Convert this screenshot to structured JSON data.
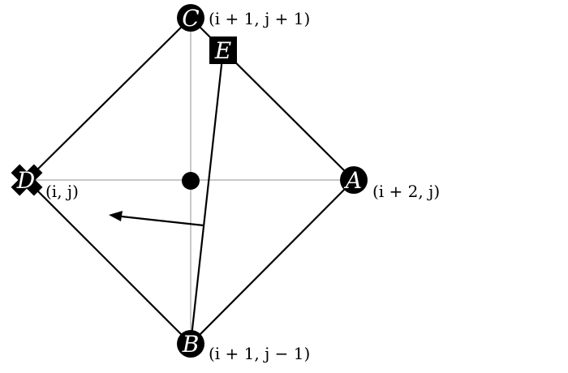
{
  "nodes": {
    "A": {
      "letter": "A",
      "shape": "circle",
      "coord": "(i + 2, j)"
    },
    "B": {
      "letter": "B",
      "shape": "circle",
      "coord": "(i + 1, j − 1)"
    },
    "C": {
      "letter": "C",
      "shape": "circle",
      "coord": "(i + 1, j + 1)"
    },
    "D": {
      "letter": "D",
      "shape": "cross",
      "coord": "(i, j)"
    },
    "E": {
      "letter": "E",
      "shape": "square"
    }
  },
  "colors": {
    "edge": "#000000",
    "axis": "#c8c8c8",
    "node_fill": "#000000",
    "node_text": "#ffffff"
  }
}
